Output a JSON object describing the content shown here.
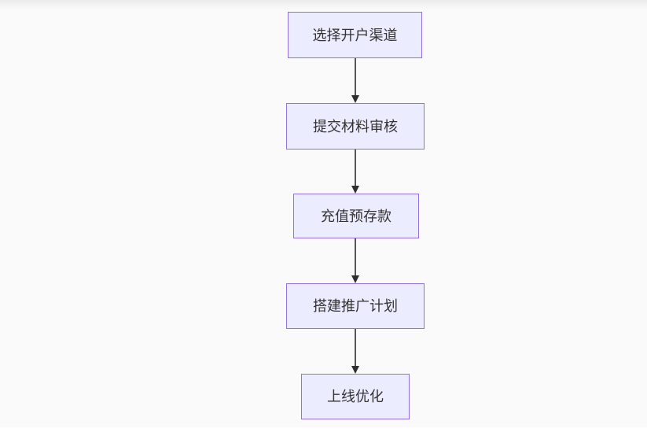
{
  "diagram": {
    "type": "flowchart",
    "orientation": "top-down",
    "nodes": [
      {
        "id": "step-1",
        "label": "选择开户渠道"
      },
      {
        "id": "step-2",
        "label": "提交材料审核"
      },
      {
        "id": "step-3",
        "label": "充值预存款"
      },
      {
        "id": "step-4",
        "label": "搭建推广计划"
      },
      {
        "id": "step-5",
        "label": "上线优化"
      }
    ],
    "edges": [
      {
        "from": "选择开户渠道",
        "to": "提交材料审核"
      },
      {
        "from": "提交材料审核",
        "to": "充值预存款"
      },
      {
        "from": "充值预存款",
        "to": "搭建推广计划"
      },
      {
        "from": "搭建推广计划",
        "to": "上线优化"
      }
    ],
    "colors": {
      "node_fill": "#ECECFF",
      "node_border": "#9370DB",
      "node_text": "#333333",
      "arrow_line": "#565656",
      "arrowhead": "#2f2f2f",
      "background": "#fafafa",
      "top_edge": "#ebebeb",
      "bottom_edge": "#ffffff"
    }
  }
}
